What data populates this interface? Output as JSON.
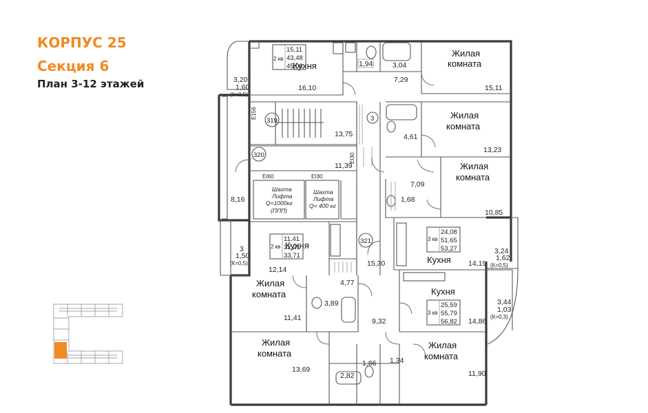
{
  "header": {
    "building": "КОРПУС 25",
    "section": "Секция 6",
    "floors": "План 3-12 этажей"
  },
  "colors": {
    "accent": "#f08a24",
    "highlight": "#f08a24"
  },
  "rooms": {
    "kitchen": "Кухня",
    "living": [
      "Жилая",
      "комната"
    ]
  },
  "apt_top": {
    "type": "2 кв",
    "areas": [
      "15,11",
      "43,48",
      "45,08"
    ]
  },
  "apt_mid": {
    "type": "2 кв",
    "areas": [
      "11,41",
      "32,21",
      "33,71"
    ]
  },
  "apt_r1": {
    "type": "3 кв",
    "areas": [
      "24,08",
      "51,65",
      "53,27"
    ]
  },
  "apt_r2": {
    "type": "3 кв",
    "areas": [
      "25,59",
      "55,79",
      "56,82"
    ]
  },
  "labels": {
    "a1610": "16,10",
    "a194": "1,94",
    "a304": "3,04",
    "a1511": "15,11",
    "a729": "7,29",
    "a1375": "13,75",
    "a461": "4,61",
    "a1323": "13,23",
    "a1139": "11,39",
    "a709": "7,09",
    "a168": "1,68",
    "a1085": "10,85",
    "a816": "8,16",
    "a1214": "12,14",
    "a1530": "15,30",
    "a1419": "14,19",
    "a477": "4,77",
    "a389": "3,89",
    "a1141": "11,41",
    "a932": "9,32",
    "a1486": "14,86",
    "a1369": "13,69",
    "a186": "1,86",
    "a282": "2,82",
    "a134": "1,34",
    "a1190": "11,90",
    "bal_tl": [
      "3,20",
      "1,60",
      "(К=0,5)"
    ],
    "bal_l": [
      "3",
      "1,50",
      "(К=0,5)"
    ],
    "bal_r1": [
      "3,24",
      "1,62",
      "(К=0,5)"
    ],
    "bal_r2": [
      "3,44",
      "1,03",
      "(К=0,3)"
    ],
    "n319": "319",
    "n320": "320",
    "n321": "321",
    "n3": "3",
    "ei60": "EI60",
    "ei30": "EI30",
    "ei30v": "EI30",
    "e156": "E156",
    "lift1": [
      "Шахта",
      "Лифта",
      "Q=1000кг",
      "(ППП)"
    ],
    "lift2": [
      "Шахта",
      "Лифта",
      "Q= 400 кг"
    ]
  }
}
